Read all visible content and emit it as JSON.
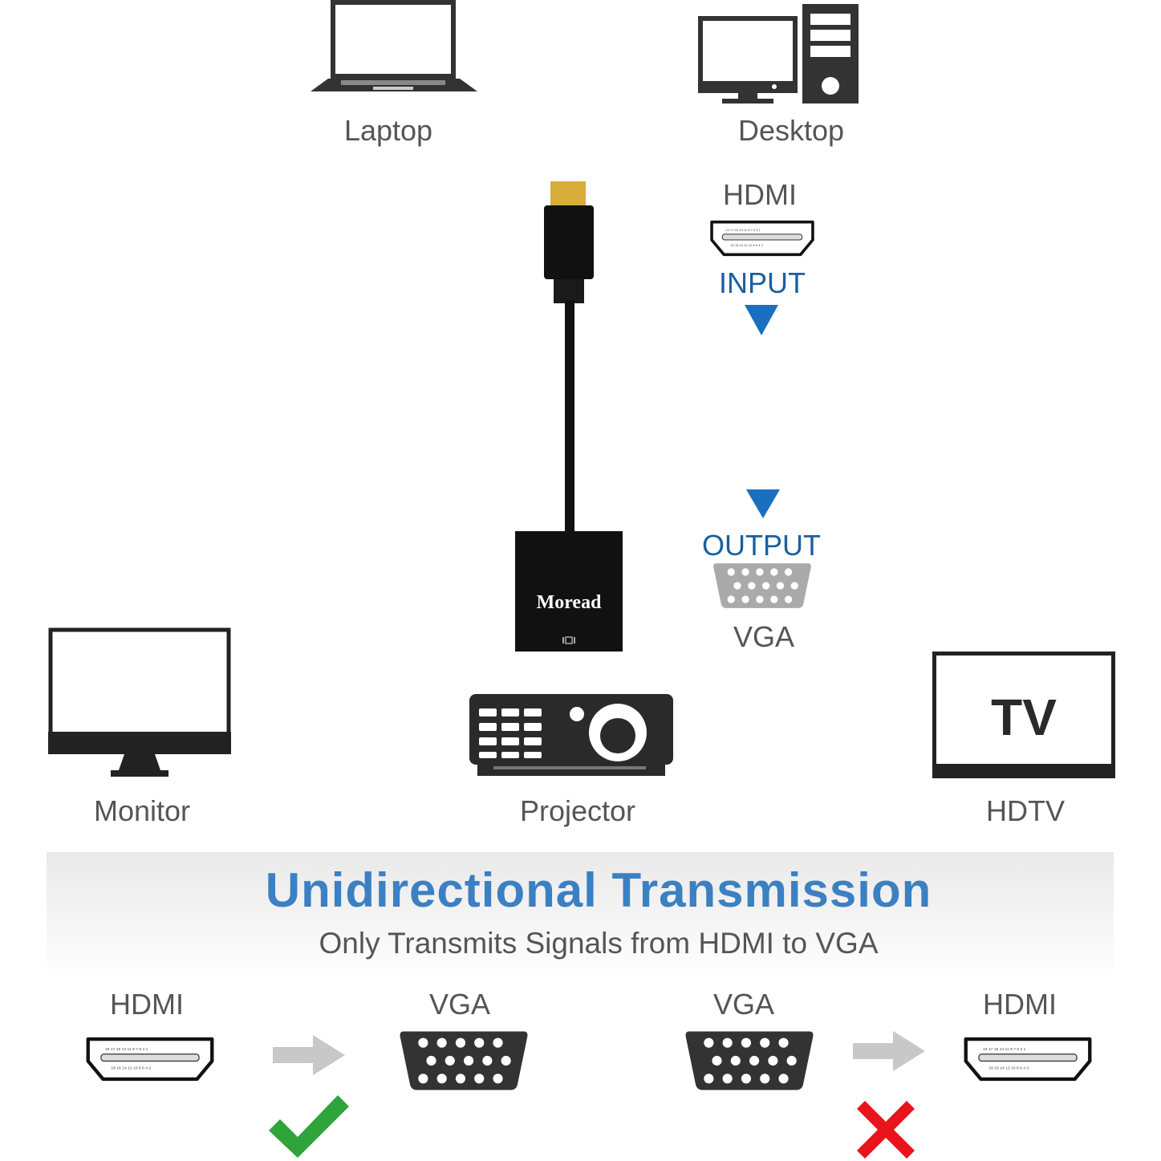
{
  "devices": {
    "laptop": "Laptop",
    "desktop": "Desktop",
    "monitor": "Monitor",
    "projector": "Projector",
    "hdtv": "HDTV",
    "tv_screen_text": "TV"
  },
  "adapter": {
    "brand": "Moread",
    "input_port": "HDMI",
    "input_label": "INPUT",
    "output_label": "OUTPUT",
    "output_port": "VGA"
  },
  "banner": {
    "title": "Unidirectional Transmission",
    "subtitle": "Only Transmits Signals from HDMI to VGA"
  },
  "directions": [
    {
      "from": "HDMI",
      "to": "VGA",
      "supported": true,
      "mark": "check-icon"
    },
    {
      "from": "VGA",
      "to": "HDMI",
      "supported": false,
      "mark": "cross-icon"
    }
  ],
  "colors": {
    "accent": "#1a5fa0",
    "title": "#3b80c2",
    "check": "#2ea43a",
    "cross": "#e8141b",
    "arrow": "#c8c8c8"
  }
}
